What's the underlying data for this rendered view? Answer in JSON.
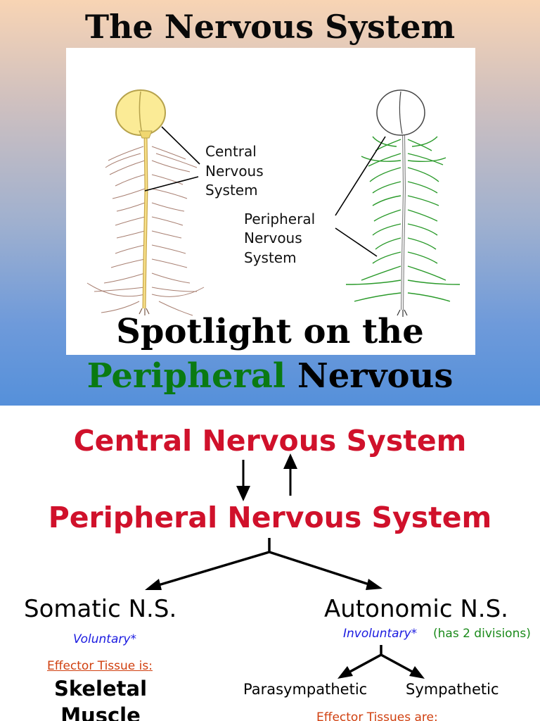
{
  "slide1": {
    "title": "The Nervous System",
    "labels": {
      "cns": [
        "Central",
        "Nervous",
        "System"
      ],
      "pns": [
        "Peripheral",
        "Nervous",
        "System"
      ]
    },
    "spotlight_line": "Spotlight on the",
    "pns_word_green": "Peripheral",
    "pns_word_black": "Nervous",
    "colors": {
      "highlight_green": "#0a7a12",
      "brain_yellow": "#fbeb96",
      "nerve_green": "#2a9a2a"
    }
  },
  "slide2": {
    "cns_heading": "Central Nervous System",
    "pns_heading": "Peripheral Nervous System",
    "somatic": {
      "title": "Somatic N.S.",
      "note": "Voluntary*",
      "effector_label": "Effector Tissue is",
      "effector_colon": ":",
      "effector_lines": [
        "Skeletal",
        "Muscle"
      ]
    },
    "autonomic": {
      "title": "Autonomic N.S.",
      "note": "Involuntary*",
      "divisions_note": "(has 2 divisions)",
      "divisions": [
        "Parasympathetic",
        "Sympathetic"
      ],
      "effector_label": "Effector Tissues are:"
    },
    "colors": {
      "heading_red": "#d0112b",
      "note_blue": "#1a1ae0",
      "note_green": "#1a8a1a",
      "effector_orange": "#d04010"
    }
  }
}
